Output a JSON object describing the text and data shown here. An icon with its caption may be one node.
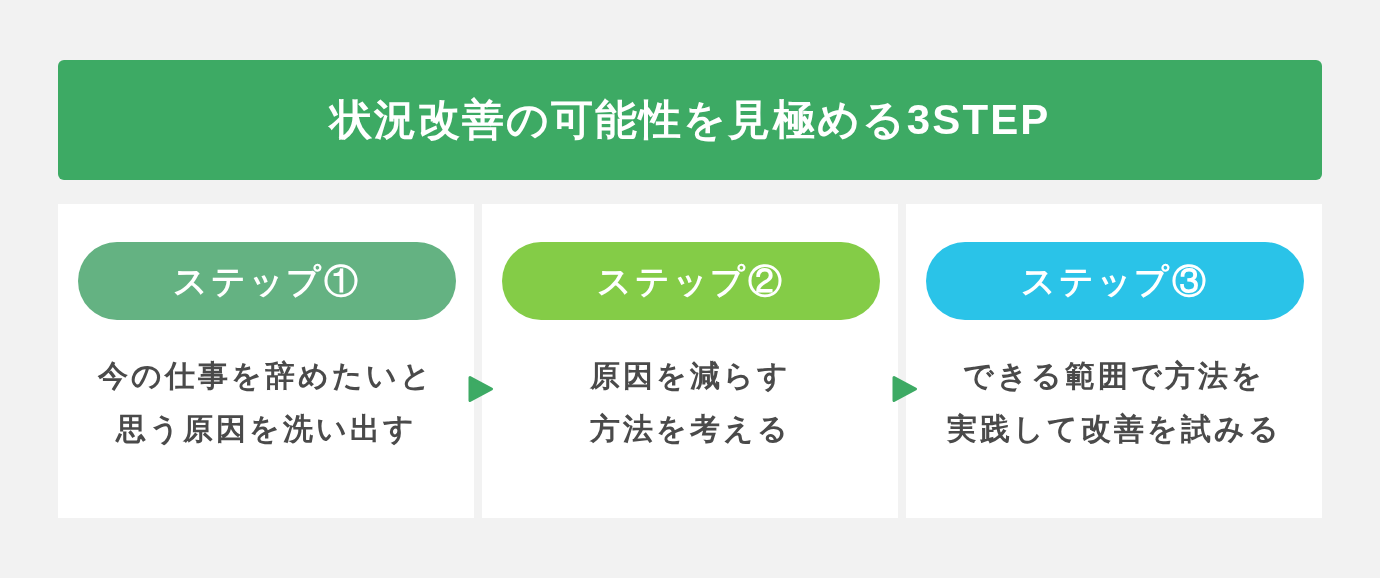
{
  "diagram": {
    "title": "状況改善の可能性を見極める3STEP",
    "nodes": [
      {
        "text": [
          "今の仕事を辞めたいと思う原因を洗い出す"
        ]
      },
      {
        "text": [
          "ステップ①"
        ],
        "in": 0
      },
      {
        "text": [
          "原因を減らす方法を考える"
        ]
      },
      {
        "text": [
          "ステップ②"
        ],
        "in": 2
      },
      {
        "text": [
          "できる範囲で方法を実践して改善を試みる"
        ]
      },
      {
        "text": [
          "ステップ③"
        ],
        "in": 4
      }
    ],
    "edges": [
      {
        "from": 0,
        "to": 2,
        "arrow": "to"
      },
      {
        "from": 2,
        "to": 4,
        "arrow": "to"
      }
    ]
  }
}
